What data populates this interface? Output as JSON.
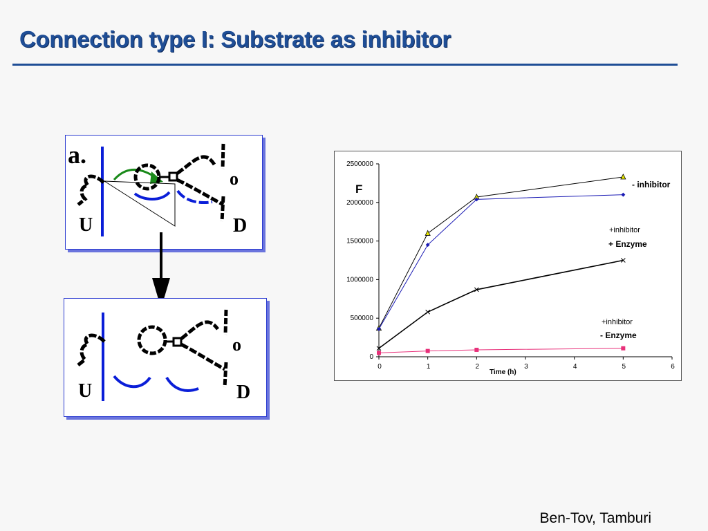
{
  "slide": {
    "title": "Connection type I: Substrate as inhibitor",
    "credit": "Ben-Tov, Tamburi"
  },
  "schematic": {
    "panel_a_label": "a.",
    "label_u": "U",
    "label_o": "o",
    "label_d": "D"
  },
  "colors": {
    "title": "#1f4e96",
    "panel_border": "#2b3bd0",
    "strand": "#0a1ed8",
    "arc_arrow": "#1a8a1a"
  },
  "chart_data": {
    "type": "line",
    "xlabel": "Time (h)",
    "ylabel": "F",
    "xlim": [
      0,
      6
    ],
    "ylim": [
      0,
      2500000
    ],
    "xticks": [
      0,
      1,
      2,
      3,
      4,
      5,
      6
    ],
    "yticks": [
      0,
      500000,
      1000000,
      1500000,
      2000000,
      2500000
    ],
    "grid": false,
    "series": [
      {
        "name": "- inhibitor",
        "marker": "triangle",
        "color": "#000000",
        "marker_color": "#e8e800",
        "x": [
          0,
          1,
          2,
          5
        ],
        "y": [
          370000,
          1600000,
          2070000,
          2330000
        ]
      },
      {
        "name": "",
        "marker": "diamond",
        "color": "#1a1ab4",
        "marker_color": "#1a1ab4",
        "x": [
          0,
          1,
          2,
          5
        ],
        "y": [
          360000,
          1450000,
          2040000,
          2100000
        ]
      },
      {
        "name": "",
        "marker": "x",
        "color": "#000000",
        "marker_color": "#000000",
        "x": [
          0,
          1,
          2,
          5
        ],
        "y": [
          110000,
          580000,
          870000,
          1250000
        ]
      },
      {
        "name": "",
        "marker": "square",
        "color": "#e8307a",
        "marker_color": "#e8307a",
        "x": [
          0,
          1,
          2,
          5
        ],
        "y": [
          50000,
          75000,
          90000,
          110000
        ]
      }
    ],
    "annotations": {
      "minus_inhibitor": "- inhibitor",
      "plus_inhibitor_1": "+inhibitor",
      "plus_enzyme": "+ Enzyme",
      "plus_inhibitor_2": "+inhibitor",
      "minus_enzyme": "- Enzyme"
    }
  }
}
